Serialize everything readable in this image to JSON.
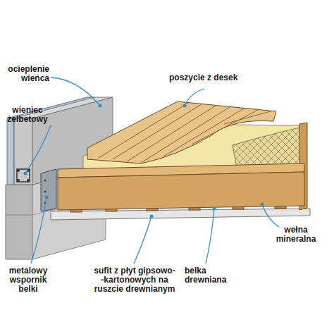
{
  "diagram": {
    "labels": [
      "ocieplenie wieńca",
      "wieniec żelbetowy",
      "poszycie z desek",
      "wełna mineralna",
      "metalowy wspornik belki",
      "sufit z płyt gipsowo- -kartonowych na ruszcie drewnianym",
      "belka drewniana"
    ]
  }
}
